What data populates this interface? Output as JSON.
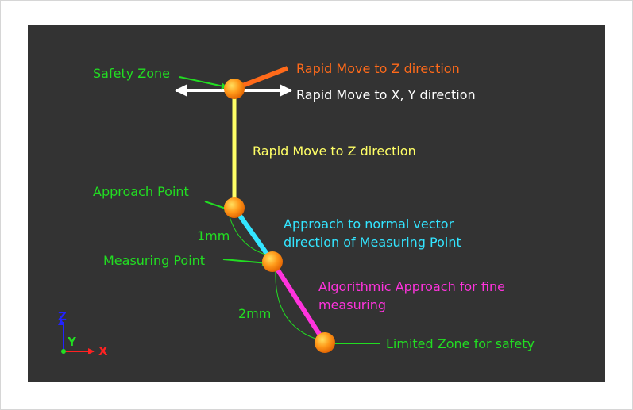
{
  "colors": {
    "green": "#22dd22",
    "orange": "#ff6a1a",
    "white": "#ffffff",
    "yellow": "#ffff66",
    "cyan": "#33e5ff",
    "magenta": "#ff33dd",
    "viewport_bg": "#333333",
    "axis_z": "#2222ff",
    "axis_y": "#22dd22",
    "axis_x": "#ff2222"
  },
  "labels": {
    "safety_zone": "Safety Zone",
    "rapid_z_top": "Rapid Move to Z direction",
    "rapid_xy": "Rapid Move to X, Y direction",
    "rapid_z_mid": "Rapid Move to Z direction",
    "approach_point": "Approach Point",
    "approach_normal_line1": "Approach to normal vector",
    "approach_normal_line2": "direction of Measuring Point",
    "measuring_point": "Measuring Point",
    "algorithmic_line1": "Algorithmic Approach for fine",
    "algorithmic_line2": "measuring",
    "dist_1mm": "1mm",
    "dist_2mm": "2mm",
    "limited_zone": "Limited Zone for safety"
  },
  "axes": {
    "z": "Z",
    "y": "Y",
    "x": "X"
  }
}
